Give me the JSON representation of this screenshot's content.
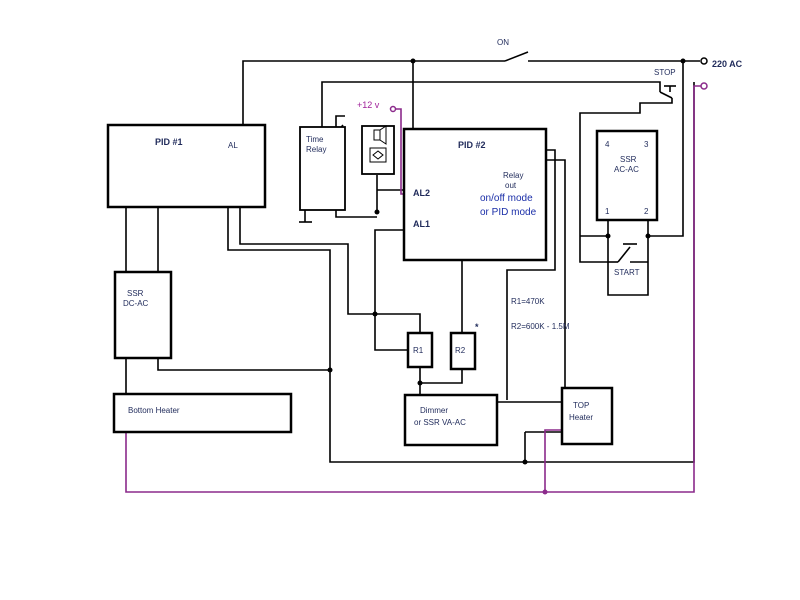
{
  "pid1": {
    "title": "PID #1",
    "al": "AL"
  },
  "pid2": {
    "title": "PID #2",
    "al2": "AL2",
    "al1": "AL1",
    "relay_out_1": "Relay",
    "relay_out_2": "out",
    "mode_1": "on/off mode",
    "mode_2": "or PID mode"
  },
  "time_relay": {
    "line1": "Time",
    "line2": "Relay"
  },
  "supply": {
    "plus12": "+12 v",
    "ac": "220 AC"
  },
  "switches": {
    "on": "ON",
    "stop": "STOP",
    "start": "START"
  },
  "ssr_dc": {
    "line1": "SSR",
    "line2": "DC-AC"
  },
  "ssr_ac": {
    "line1": "SSR",
    "line2": "AC-AC",
    "pin1": "1",
    "pin2": "2",
    "pin3": "3",
    "pin4": "4"
  },
  "bottom_heater": "Bottom Heater",
  "top_heater": {
    "line1": "TOP",
    "line2": "Heater"
  },
  "dimmer": {
    "line1": "Dimmer",
    "line2": "or SSR VA-AC"
  },
  "r1": "R1",
  "r2": "R2",
  "r2_mark": "*",
  "values": {
    "r1": "R1=470K",
    "r2": "R2=600K - 1.5M"
  },
  "colors": {
    "wire": "#000000",
    "purple_wire": "#8b2a8b",
    "label": "#1f2a5a",
    "mode_text": "#1a2ea8",
    "plus12_text": "#a0219a"
  }
}
